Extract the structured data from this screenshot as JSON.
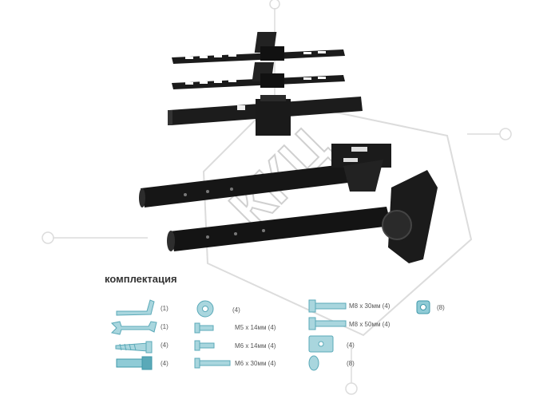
{
  "kit": {
    "title": "комплектация",
    "items": [
      {
        "icon": "hex-key-icon",
        "label": "(1)"
      },
      {
        "icon": "wrench-icon",
        "label": "(1)"
      },
      {
        "icon": "lag-bolt-icon",
        "label": "(4)"
      },
      {
        "icon": "wall-anchor-icon",
        "label": "(4)"
      },
      {
        "icon": "washer-icon",
        "label": "(4)"
      },
      {
        "icon": "screw-m5-14-icon",
        "label": "M5 x 14мм (4)"
      },
      {
        "icon": "screw-m6-14-icon",
        "label": "M6 x 14мм (4)"
      },
      {
        "icon": "screw-m6-30-icon",
        "label": "M6 x 30мм (4)"
      },
      {
        "icon": "bolt-m8-30-icon",
        "label": "M8 x 30мм (4)"
      },
      {
        "icon": "bolt-m8-50-icon",
        "label": "M8 x 50мм (4)"
      },
      {
        "icon": "plate-icon",
        "label": "(4)"
      },
      {
        "icon": "spacer-icon",
        "label": "(8)"
      },
      {
        "icon": "nut-icon",
        "label": "(8)"
      }
    ]
  },
  "colors": {
    "hardware": "#1b1b1b",
    "accent": "#66b8c6",
    "watermark": "#d8d8d8"
  }
}
